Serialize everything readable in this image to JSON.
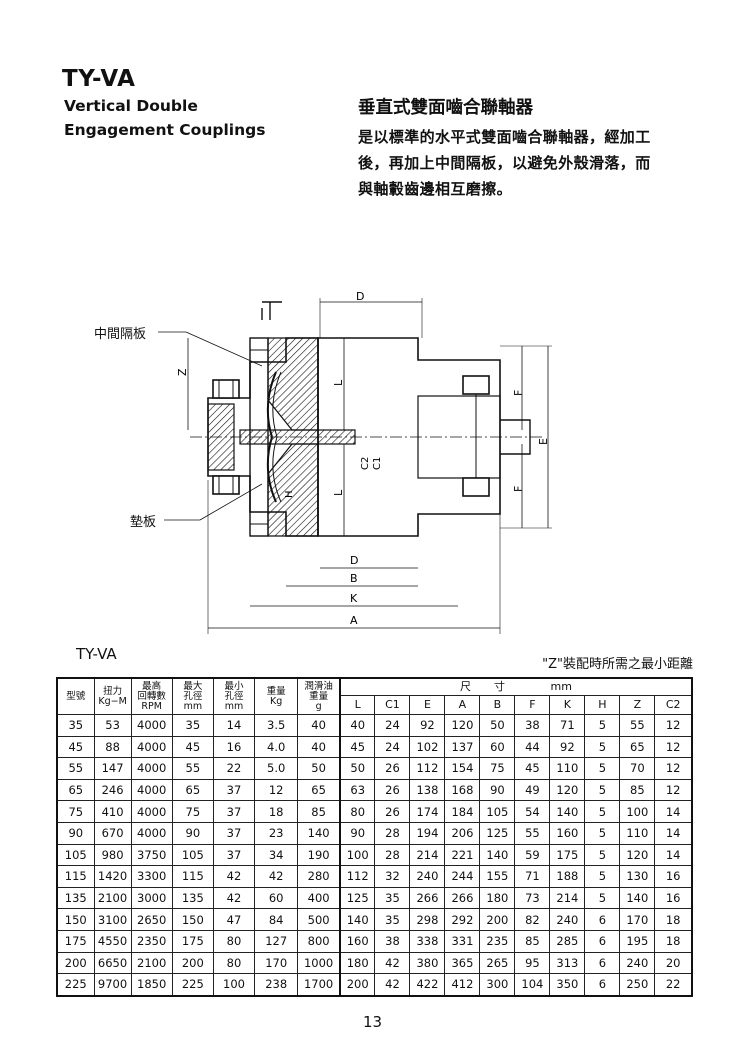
{
  "header": {
    "model": "TY-VA",
    "title_en_line1": "Vertical Double",
    "title_en_line2": "Engagement Couplings",
    "title_cn": "垂直式雙面嚙合聯軸器",
    "desc_cn_line1": "是以標準的水平式雙面嚙合聯軸器，經加工",
    "desc_cn_line2": "後，再加上中間隔板，以避免外殼滑落，而",
    "desc_cn_line3": "與軸轂齒邊相互磨擦。"
  },
  "drawing": {
    "label_plate": "中間隔板",
    "label_washer": "墊板",
    "dims": {
      "D": "D",
      "B": "B",
      "K": "K",
      "A": "A",
      "L": "L",
      "Z": "Z",
      "F": "F",
      "E": "E",
      "C2": "C2",
      "C1": "C1",
      "H": "H"
    }
  },
  "table": {
    "label": "TY-VA",
    "note": "\"Z\"裝配時所需之最小距離",
    "headers": {
      "model": "型號",
      "torque": [
        "扭力",
        "Kg−M"
      ],
      "speed": [
        "最高",
        "回轉數",
        "RPM"
      ],
      "max_bore": [
        "最大",
        "孔徑",
        "mm"
      ],
      "min_bore": [
        "最小",
        "孔徑",
        "mm"
      ],
      "weight": [
        "重量",
        "Kg"
      ],
      "oil": [
        "潤滑油",
        "重量",
        "g"
      ],
      "dim_group": "尺　寸",
      "dim_unit": "mm",
      "dims": [
        "L",
        "C1",
        "E",
        "A",
        "B",
        "F",
        "K",
        "H",
        "Z",
        "C2"
      ]
    },
    "rows": [
      [
        "35",
        "53",
        "4000",
        "35",
        "14",
        "3.5",
        "40",
        "40",
        "24",
        "92",
        "120",
        "50",
        "38",
        "71",
        "5",
        "55",
        "12"
      ],
      [
        "45",
        "88",
        "4000",
        "45",
        "16",
        "4.0",
        "40",
        "45",
        "24",
        "102",
        "137",
        "60",
        "44",
        "92",
        "5",
        "65",
        "12"
      ],
      [
        "55",
        "147",
        "4000",
        "55",
        "22",
        "5.0",
        "50",
        "50",
        "26",
        "112",
        "154",
        "75",
        "45",
        "110",
        "5",
        "70",
        "12"
      ],
      [
        "65",
        "246",
        "4000",
        "65",
        "37",
        "12",
        "65",
        "63",
        "26",
        "138",
        "168",
        "90",
        "49",
        "120",
        "5",
        "85",
        "12"
      ],
      [
        "75",
        "410",
        "4000",
        "75",
        "37",
        "18",
        "85",
        "80",
        "26",
        "174",
        "184",
        "105",
        "54",
        "140",
        "5",
        "100",
        "14"
      ],
      [
        "90",
        "670",
        "4000",
        "90",
        "37",
        "23",
        "140",
        "90",
        "28",
        "194",
        "206",
        "125",
        "55",
        "160",
        "5",
        "110",
        "14"
      ],
      [
        "105",
        "980",
        "3750",
        "105",
        "37",
        "34",
        "190",
        "100",
        "28",
        "214",
        "221",
        "140",
        "59",
        "175",
        "5",
        "120",
        "14"
      ],
      [
        "115",
        "1420",
        "3300",
        "115",
        "42",
        "42",
        "280",
        "112",
        "32",
        "240",
        "244",
        "155",
        "71",
        "188",
        "5",
        "130",
        "16"
      ],
      [
        "135",
        "2100",
        "3000",
        "135",
        "42",
        "60",
        "400",
        "125",
        "35",
        "266",
        "266",
        "180",
        "73",
        "214",
        "5",
        "140",
        "16"
      ],
      [
        "150",
        "3100",
        "2650",
        "150",
        "47",
        "84",
        "500",
        "140",
        "35",
        "298",
        "292",
        "200",
        "82",
        "240",
        "6",
        "170",
        "18"
      ],
      [
        "175",
        "4550",
        "2350",
        "175",
        "80",
        "127",
        "800",
        "160",
        "38",
        "338",
        "331",
        "235",
        "85",
        "285",
        "6",
        "195",
        "18"
      ],
      [
        "200",
        "6650",
        "2100",
        "200",
        "80",
        "170",
        "1000",
        "180",
        "42",
        "380",
        "365",
        "265",
        "95",
        "313",
        "6",
        "240",
        "20"
      ],
      [
        "225",
        "9700",
        "1850",
        "225",
        "100",
        "238",
        "1700",
        "200",
        "42",
        "422",
        "412",
        "300",
        "104",
        "350",
        "6",
        "250",
        "22"
      ]
    ]
  },
  "page_number": "13"
}
